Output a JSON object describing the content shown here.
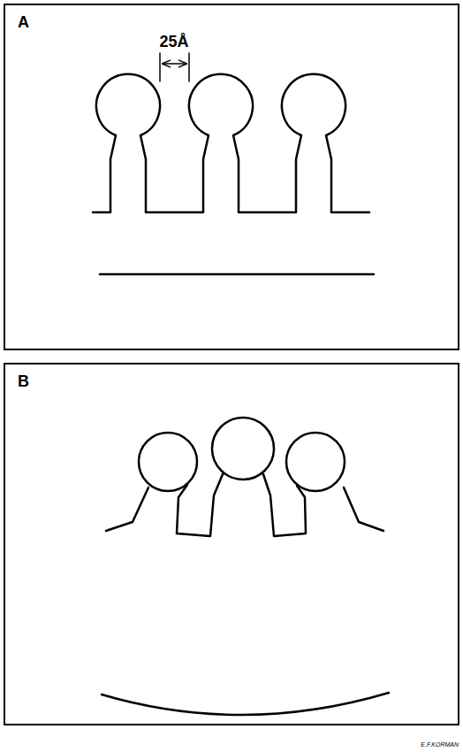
{
  "diagram": {
    "nodes": [
      {
        "text": [
          "A"
        ]
      },
      {
        "text": [
          "B"
        ]
      }
    ],
    "labels": [
      "25Å",
      "E.F.KORMAN"
    ]
  }
}
